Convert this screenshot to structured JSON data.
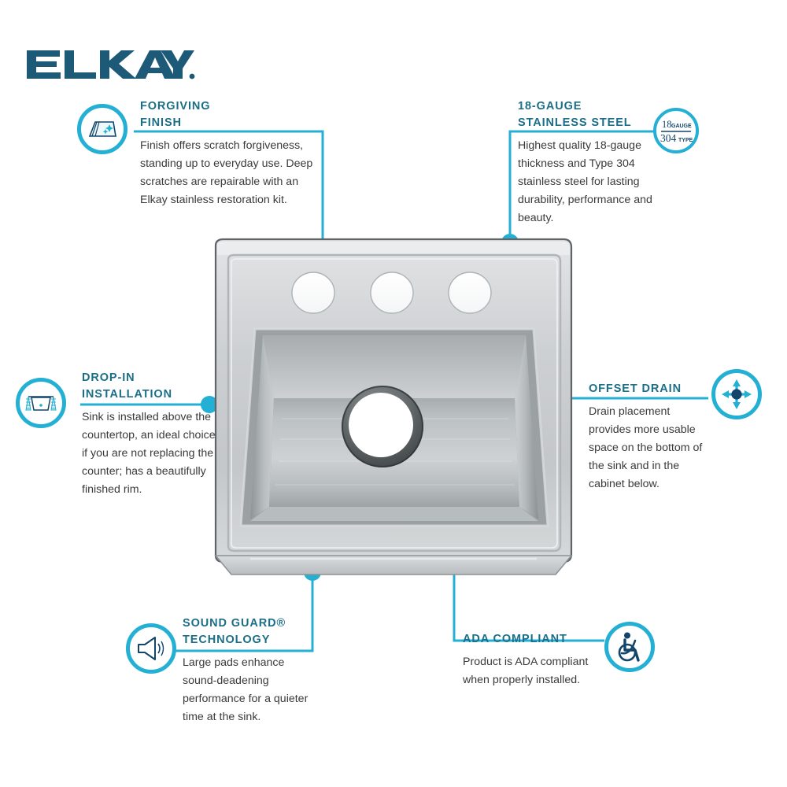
{
  "brand": {
    "name": "ELKAY",
    "mark": "®"
  },
  "colors": {
    "accent": "#24afd4",
    "title": "#1b6e87",
    "body": "#3a3a3a",
    "brand_navy": "#1d5a78",
    "icon_navy": "#13456b"
  },
  "features": [
    {
      "id": "forgiving-finish",
      "title": "FORGIVING\nFINISH",
      "body": "Finish offers scratch forgiveness, standing up to everyday use. Deep scratches are repairable with an Elkay stainless restoration kit.",
      "icon": "scratch-sheet-icon"
    },
    {
      "id": "18-gauge-stainless-steel",
      "title": "18-GAUGE\nSTAINLESS STEEL",
      "body": "Highest quality 18-gauge thickness and Type 304 stainless steel for lasting durability, performance and beauty.",
      "icon": "gauge-fraction-icon",
      "icon_text": {
        "numerator_num": "18",
        "numerator_word": "GAUGE",
        "denominator_num": "304",
        "denominator_word": "TYPE"
      }
    },
    {
      "id": "drop-in-installation",
      "title": "DROP-IN\nINSTALLATION",
      "body": "Sink is installed above the countertop, an ideal choice if you are not replacing the counter; has a beautifully finished rim.",
      "icon": "drop-in-sink-icon"
    },
    {
      "id": "offset-drain",
      "title": "OFFSET DRAIN",
      "body": "Drain placement provides more usable space on the bottom of the sink and in the cabinet below.",
      "icon": "four-way-arrows-icon"
    },
    {
      "id": "sound-guard-technology",
      "title": "SOUND GUARD®\nTECHNOLOGY",
      "body": "Large pads enhance sound-deadening performance for a quieter time at the sink.",
      "icon": "speaker-icon"
    },
    {
      "id": "ada-compliant",
      "title": "ADA COMPLIANT",
      "body": "Product is ADA compliant when properly installed.",
      "icon": "wheelchair-icon"
    }
  ],
  "product": {
    "name": "stainless-steel-drop-in-sink",
    "faucet_holes": 3,
    "drain": "offset-rear-center"
  }
}
